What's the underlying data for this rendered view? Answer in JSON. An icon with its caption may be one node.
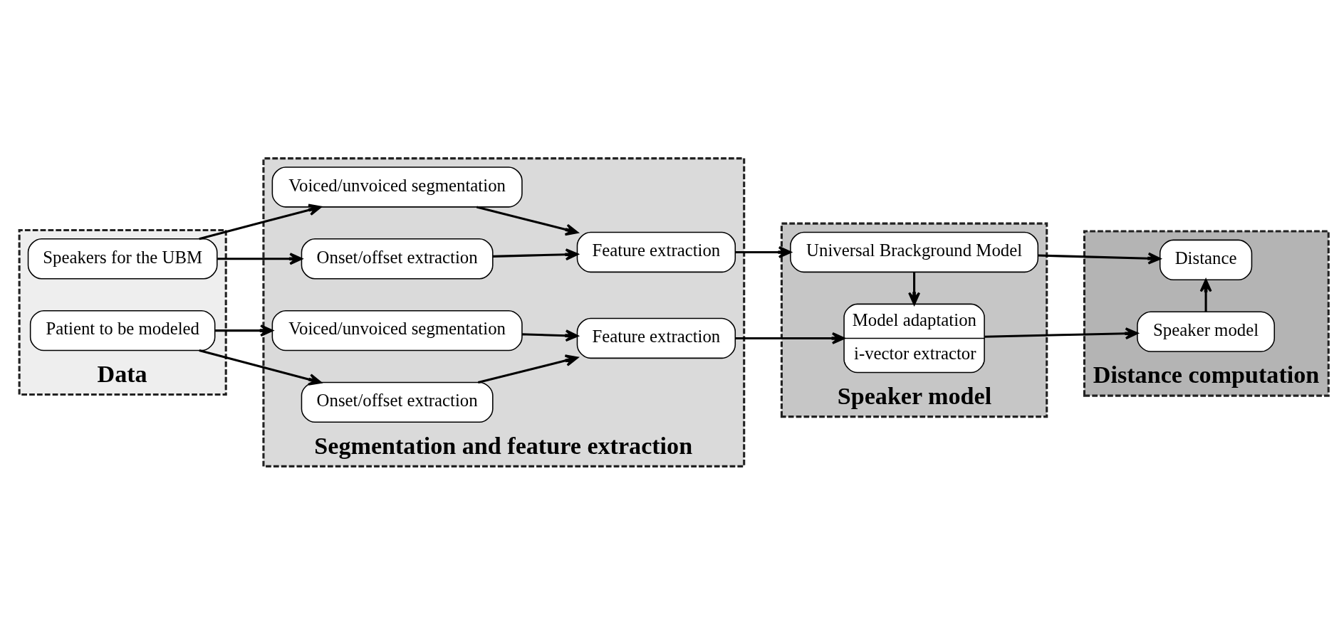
{
  "diagram": {
    "nodes": [
      {
        "text": [
          "Data"
        ]
      },
      {
        "text": [
          "Speakers for the UBM"
        ],
        "in": 0
      },
      {
        "text": [
          "Patient to be modeled"
        ],
        "in": 0
      },
      {
        "text": [
          "Segmentation and feature extraction"
        ]
      },
      {
        "text": [
          "Voiced/unvoiced segmentation"
        ],
        "in": 3
      },
      {
        "text": [
          "Onset/offset extraction"
        ],
        "in": 3
      },
      {
        "text": [
          "Feature extraction"
        ],
        "in": 3
      },
      {
        "text": [
          "Voiced/unvoiced segmentation"
        ],
        "in": 3
      },
      {
        "text": [
          "Onset/offset extraction"
        ],
        "in": 3
      },
      {
        "text": [
          "Feature extraction"
        ],
        "in": 3
      },
      {
        "text": [
          "Speaker model"
        ]
      },
      {
        "text": [
          "Universal Brackground Model"
        ],
        "in": 10
      },
      {
        "text": [
          "Model adaptation",
          "i-vector extractor"
        ],
        "in": 10
      },
      {
        "text": [
          "Distance computation"
        ]
      },
      {
        "text": [
          "Distance"
        ],
        "in": 13
      },
      {
        "text": [
          "Speaker model"
        ],
        "in": 13
      }
    ],
    "edges": [
      {
        "from": 1,
        "to": 4,
        "arrow": "to"
      },
      {
        "from": 1,
        "to": 5,
        "arrow": "to"
      },
      {
        "from": 4,
        "to": 6,
        "arrow": "to"
      },
      {
        "from": 5,
        "to": 6,
        "arrow": "to"
      },
      {
        "from": 6,
        "to": 11,
        "arrow": "to"
      },
      {
        "from": 11,
        "to": 14,
        "arrow": "to"
      },
      {
        "from": 11,
        "to": 12,
        "arrow": "to"
      },
      {
        "from": 2,
        "to": 7,
        "arrow": "to"
      },
      {
        "from": 2,
        "to": 8,
        "arrow": "to"
      },
      {
        "from": 7,
        "to": 9,
        "arrow": "to"
      },
      {
        "from": 8,
        "to": 9,
        "arrow": "to"
      },
      {
        "from": 9,
        "to": 12,
        "arrow": "to"
      },
      {
        "from": 12,
        "to": 15,
        "arrow": "to"
      },
      {
        "from": 15,
        "to": 14,
        "arrow": "to"
      }
    ]
  }
}
